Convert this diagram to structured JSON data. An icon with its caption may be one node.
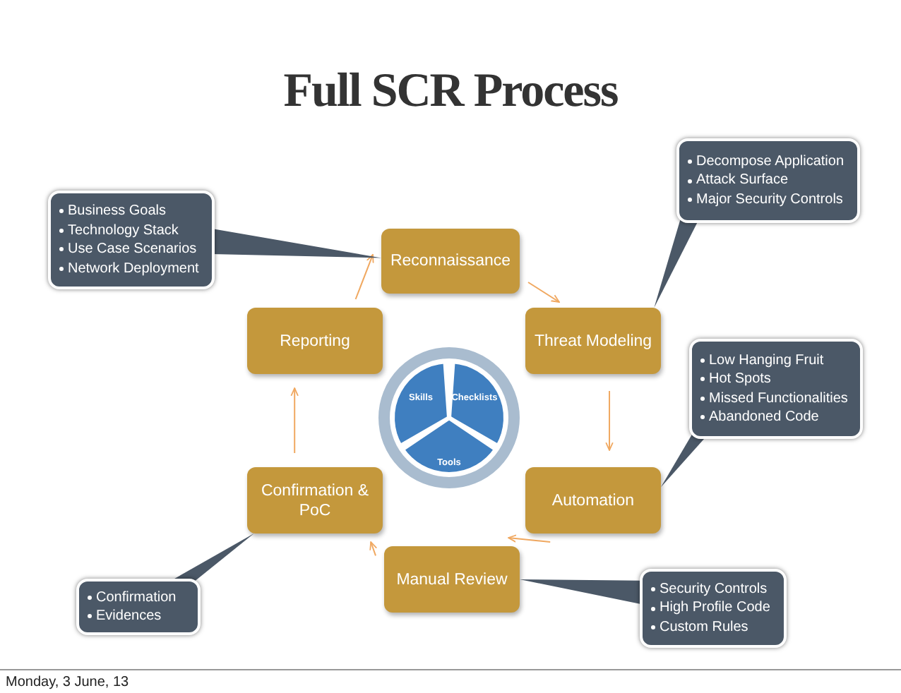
{
  "diagram": {
    "title": "Full SCR Process",
    "nodes": [
      {
        "text": [
          "Reconnaissance"
        ]
      },
      {
        "text": [
          "Threat Modeling"
        ]
      },
      {
        "text": [
          "Automation"
        ]
      },
      {
        "text": [
          "Manual Review"
        ]
      },
      {
        "text": [
          "Confirmation & PoC"
        ]
      },
      {
        "text": [
          "Reporting"
        ]
      },
      {
        "text": [
          "Skills",
          "Checklists",
          "Tools"
        ]
      },
      {
        "text": [
          "Business Goals",
          "Technology Stack",
          "Use Case Scenarios",
          "Network Deployment"
        ]
      },
      {
        "text": [
          "Decompose Application",
          "Attack Surface",
          "Major Security Controls"
        ]
      },
      {
        "text": [
          "Low Hanging Fruit",
          "Hot Spots",
          "Missed Functionalities",
          "Abandoned Code"
        ]
      },
      {
        "text": [
          "Security Controls",
          "High Profile Code",
          "Custom Rules"
        ]
      },
      {
        "text": [
          "Confirmation",
          "Evidences"
        ]
      }
    ],
    "edges": [
      {
        "from": 0,
        "to": 1,
        "arrow": "to"
      },
      {
        "from": 1,
        "to": 2,
        "arrow": "to"
      },
      {
        "from": 2,
        "to": 3,
        "arrow": "to"
      },
      {
        "from": 3,
        "to": 4,
        "arrow": "to"
      },
      {
        "from": 4,
        "to": 5,
        "arrow": "to"
      },
      {
        "from": 5,
        "to": 0,
        "arrow": "to"
      },
      {
        "from": 7,
        "to": 0,
        "arrow": "none",
        "color": "#4b5867"
      },
      {
        "from": 8,
        "to": 1,
        "arrow": "none",
        "color": "#4b5867"
      },
      {
        "from": 9,
        "to": 2,
        "arrow": "none",
        "color": "#4b5867"
      },
      {
        "from": 10,
        "to": 3,
        "arrow": "none",
        "color": "#4b5867"
      },
      {
        "from": 11,
        "to": 4,
        "arrow": "none",
        "color": "#4b5867"
      }
    ],
    "labels": [
      "Monday, 3 June, 13"
    ]
  }
}
